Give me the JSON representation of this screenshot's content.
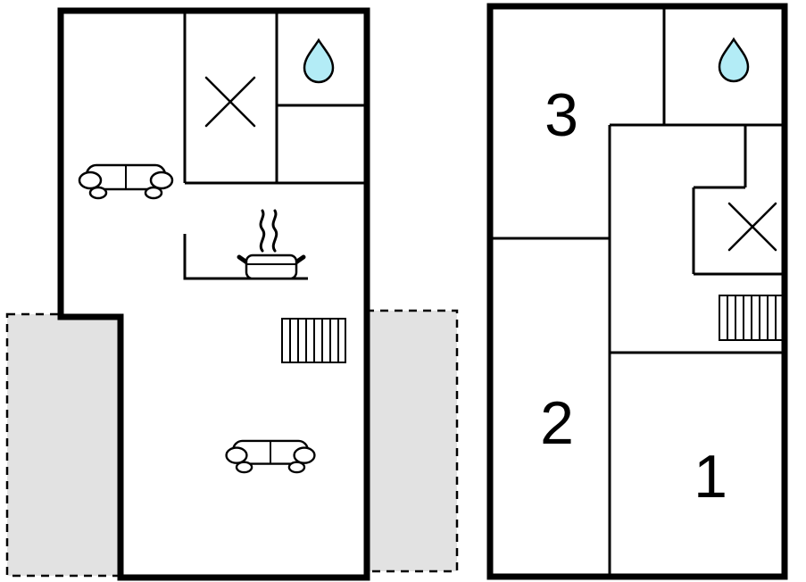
{
  "floor_plans": {
    "left": {
      "icons": [
        "sofa-icon",
        "shower-x-icon",
        "water-drop-icon",
        "stove-pot-icon",
        "stairs-icon",
        "sofa-icon",
        "terrace-area",
        "terrace-area"
      ]
    },
    "right": {
      "rooms": [
        {
          "label": "3"
        },
        {
          "label": "2"
        },
        {
          "label": "1"
        }
      ],
      "icons": [
        "water-drop-icon",
        "shower-x-icon",
        "stairs-icon"
      ]
    }
  },
  "colors": {
    "wall": "#000000",
    "terrace_fill": "#e2e2e2",
    "water_drop_fill": "#b3ecf6"
  }
}
